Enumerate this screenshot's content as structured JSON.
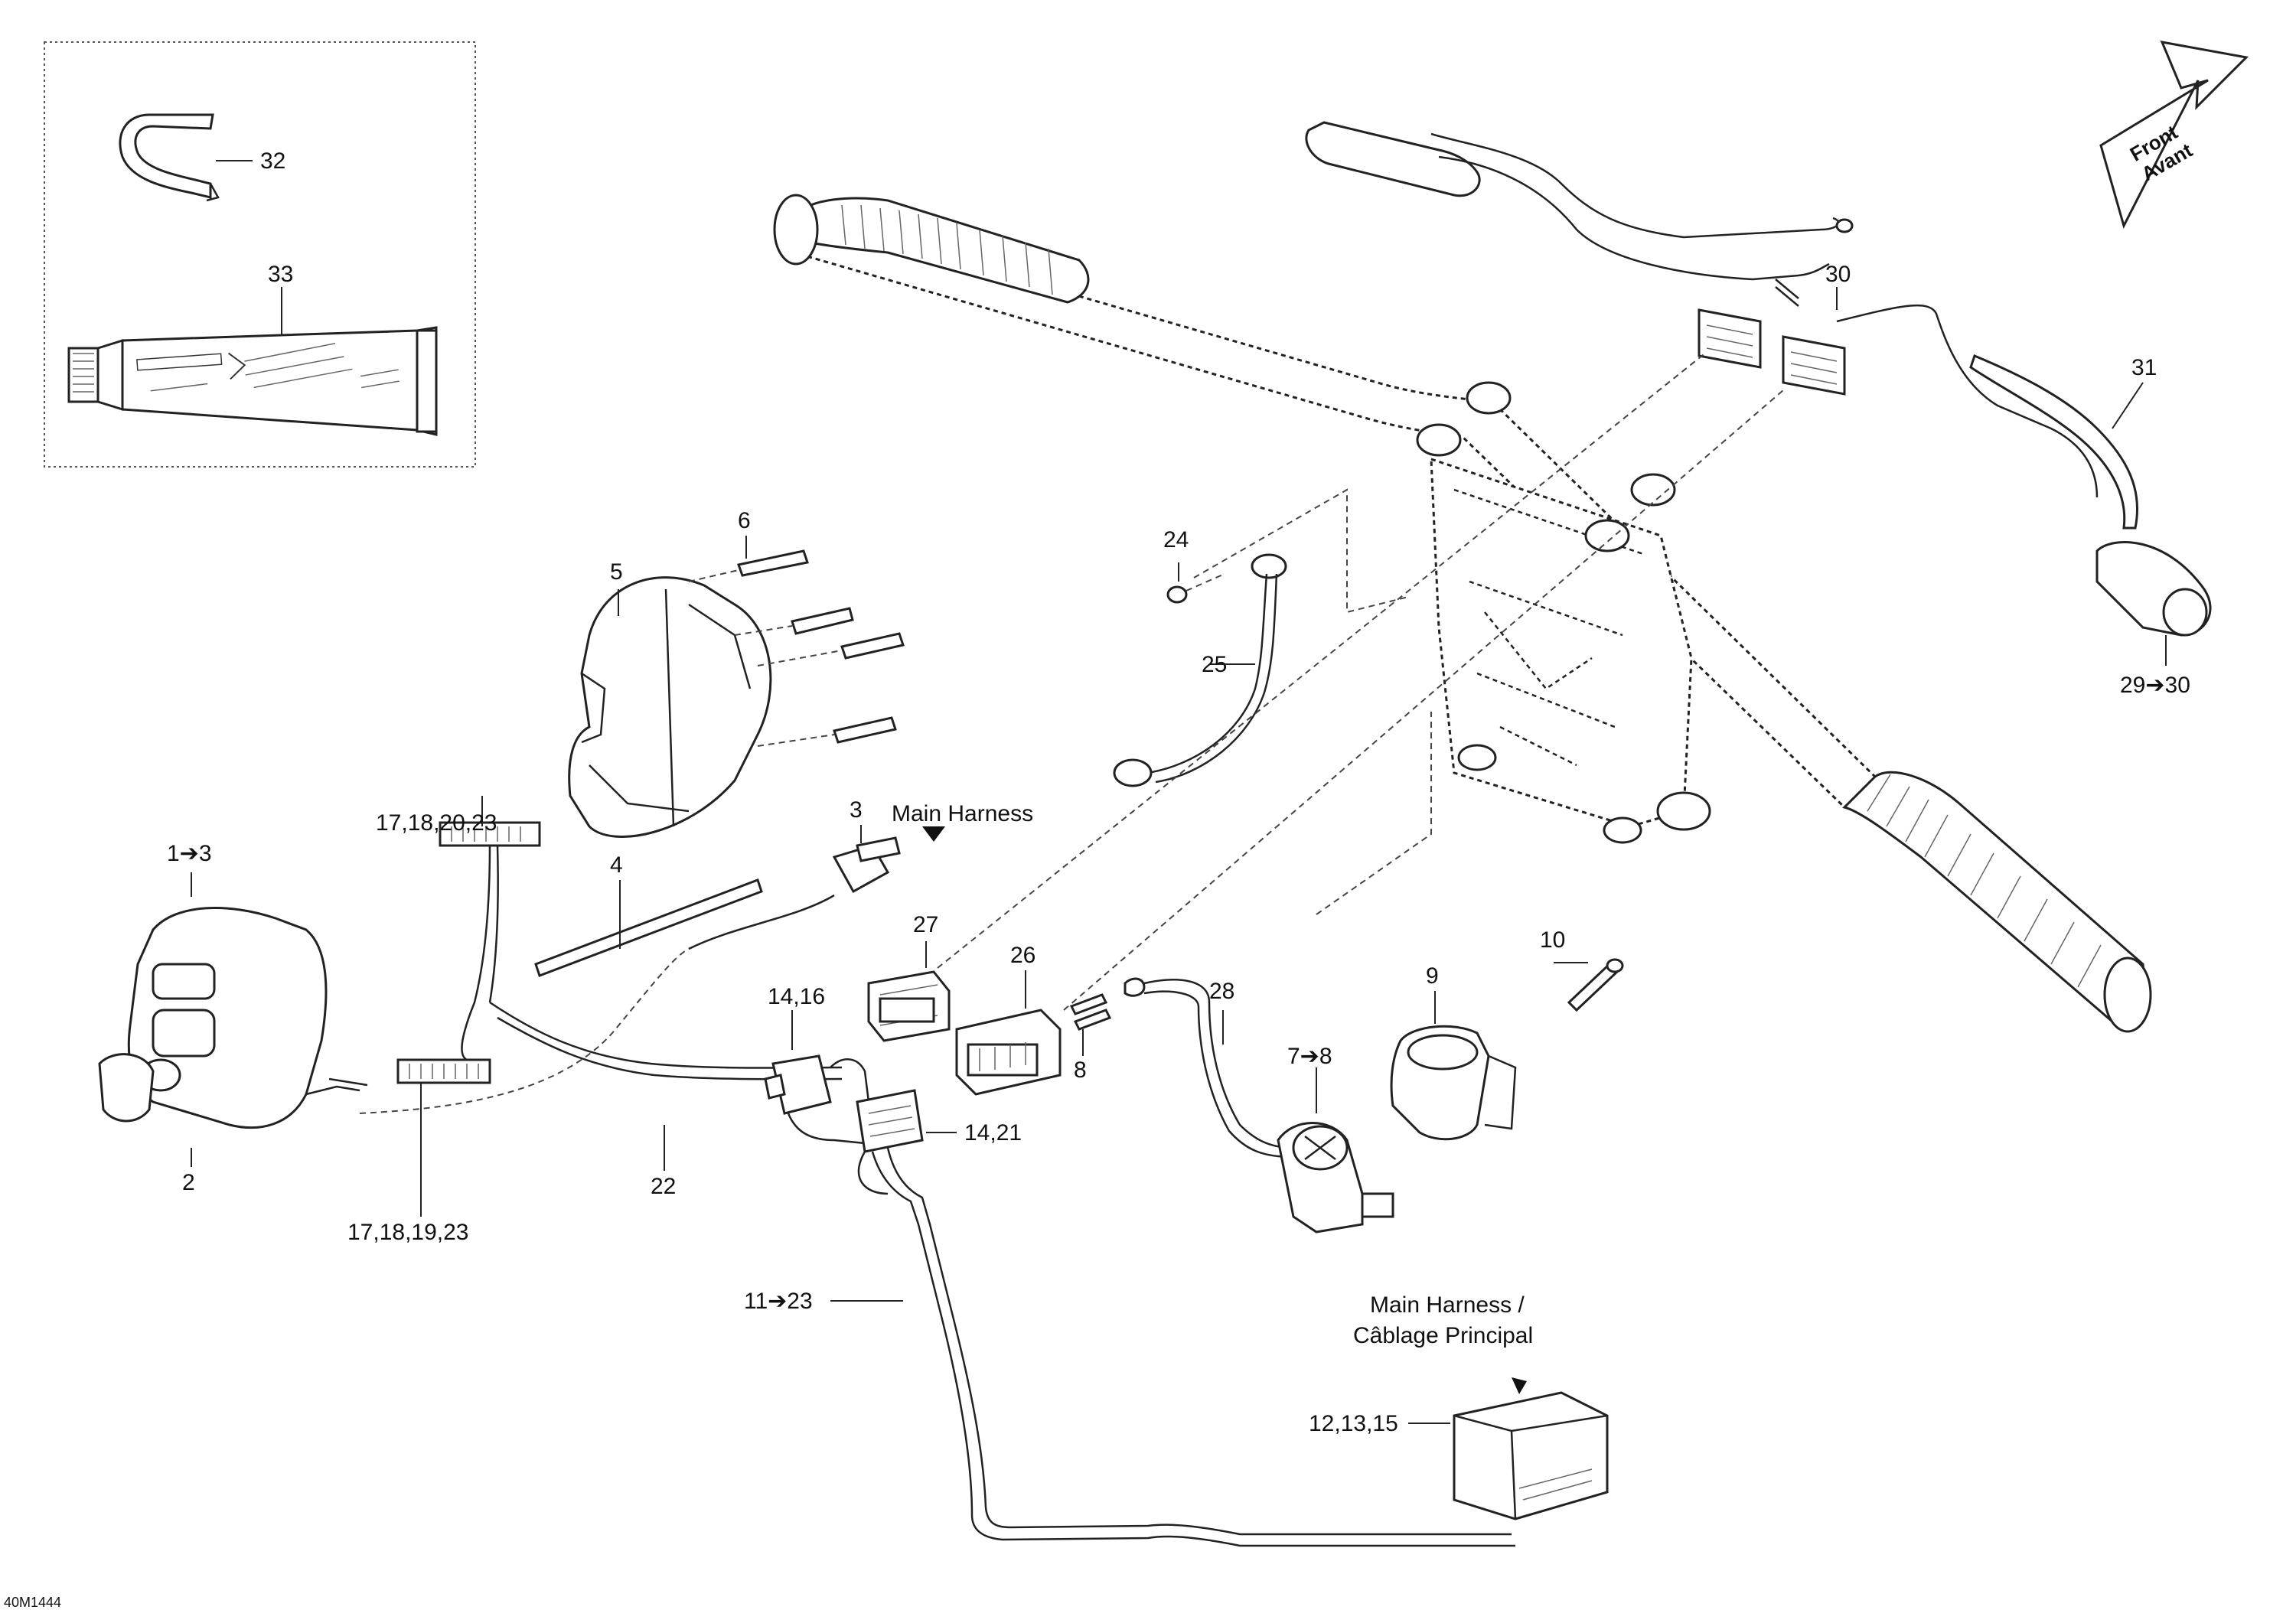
{
  "callouts": {
    "c1_3": "1➔3",
    "c2": "2",
    "c3": "3",
    "c4": "4",
    "c5": "5",
    "c6": "6",
    "c7_8": "7➔8",
    "c8": "8",
    "c9": "9",
    "c10": "10",
    "c11_23": "11➔23",
    "c12_13_15": "12,13,15",
    "c14_16": "14,16",
    "c14_21": "14,21",
    "c17_18_20_23": "17,18,20,23",
    "c17_18_19_23": "17,18,19,23",
    "c22": "22",
    "c24": "24",
    "c25": "25",
    "c26": "26",
    "c27": "27",
    "c28": "28",
    "c29_30": "29➔30",
    "c30": "30",
    "c31": "31",
    "c32": "32",
    "c33": "33"
  },
  "notes": {
    "main_harness": "Main Harness",
    "main_harness_fr_1": "Main Harness /",
    "main_harness_fr_2": "Câblage Principal"
  },
  "direction": {
    "front": "Front",
    "avant": "Avant"
  },
  "figure_code": "40M1444"
}
